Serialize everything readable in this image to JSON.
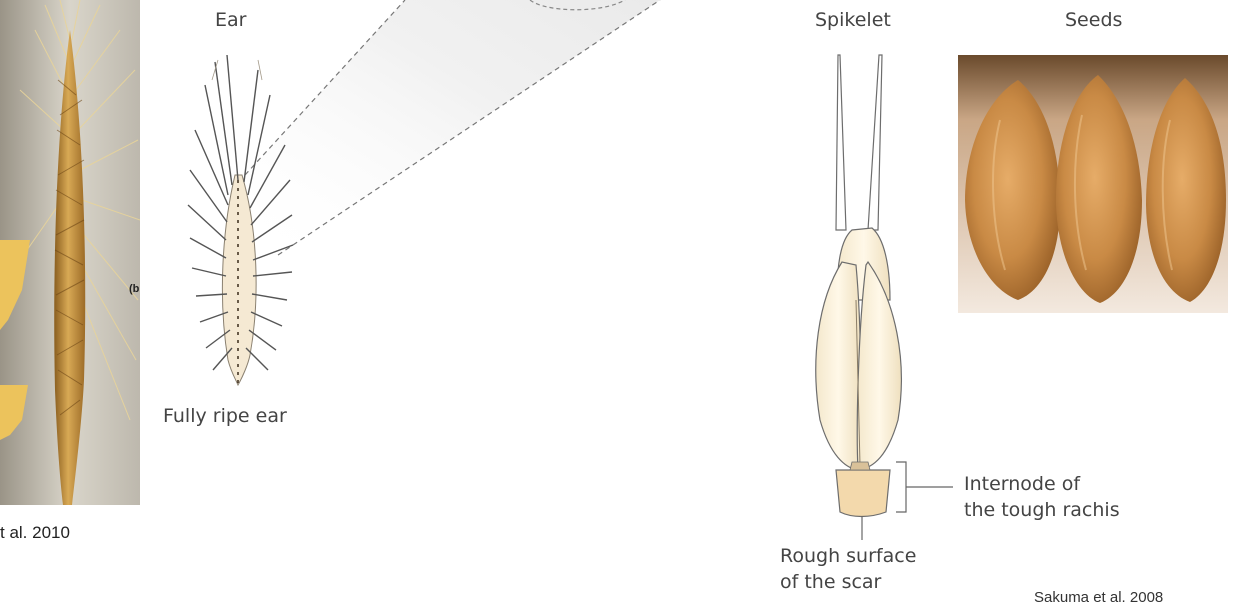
{
  "left_photo": {
    "panel_tag": "(b",
    "citation": "t al. 2010"
  },
  "ear_panel": {
    "title": "Ear",
    "caption": "Fully ripe ear"
  },
  "spikelet_panel": {
    "title": "Spikelet",
    "internode_label_line1": "Internode of",
    "internode_label_line2": "the tough rachis",
    "scar_label_line1": "Rough surface",
    "scar_label_line2": "of the scar"
  },
  "seeds_panel": {
    "title": "Seeds",
    "citation": "Sakuma et al. 2008"
  },
  "colors": {
    "grain_gold": "#d8a955",
    "seed_orange": "#c98a45",
    "line_gray": "#666666"
  }
}
